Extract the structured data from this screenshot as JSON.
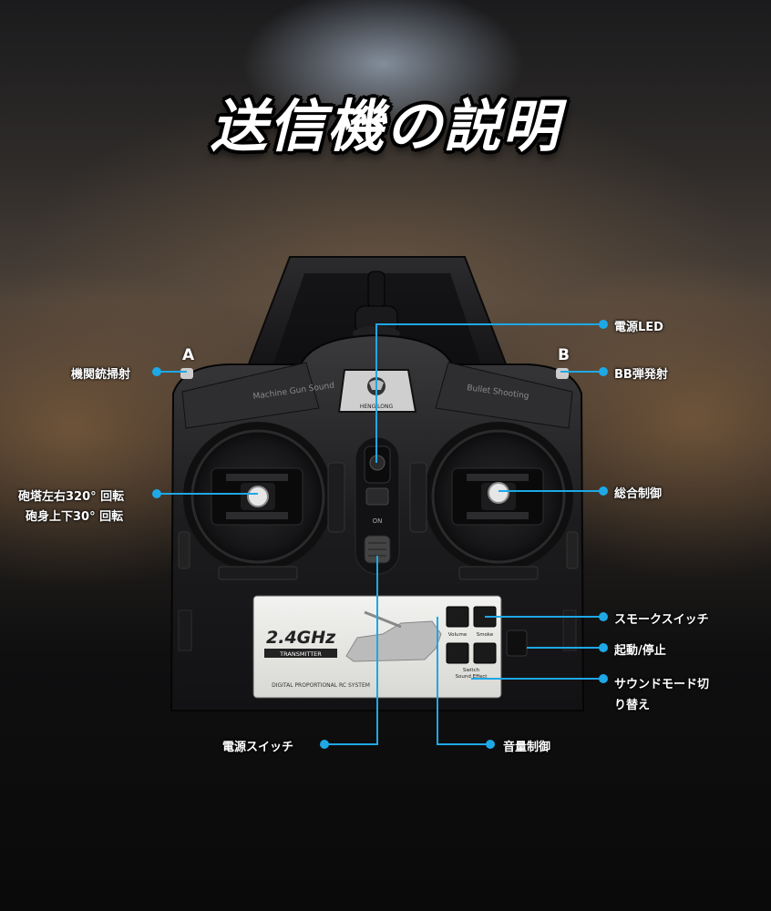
{
  "title": "送信機の説明",
  "stick_labels": {
    "a": "A",
    "b": "B"
  },
  "transmitter": {
    "left_panel": "Machine Gun Sound",
    "right_panel": "Bullet Shooting",
    "brand": "HENG LONG",
    "band": "2.4GHz",
    "band_sub": "TRANSMITTER",
    "system": "DIGITAL PROPORTIONAL RC SYSTEM",
    "btn_volume": "Volume",
    "btn_smoke": "Smoke",
    "btn_switch": "Switch",
    "btn_sound_effect": "Sound Effect",
    "on_label": "ON"
  },
  "callouts": {
    "power_led": "電源LED",
    "machine_gun": "機関銃掃射",
    "bb_fire": "BB弾発射",
    "turret_line1": "砲塔左右320° 回転",
    "turret_line2": "砲身上下30° 回転",
    "general_control": "総合制御",
    "smoke_switch": "スモークスイッチ",
    "start_stop": "起動/停止",
    "sound_mode_line1": "サウンドモード切",
    "sound_mode_line2": "り替え",
    "power_switch": "電源スイッチ",
    "volume_control": "音量制御"
  },
  "colors": {
    "accent": "#1ea8e6"
  }
}
